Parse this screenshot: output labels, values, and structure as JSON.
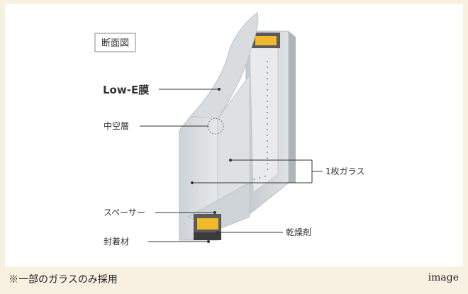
{
  "diagram": {
    "title": "断面図",
    "labels": {
      "low_e": "Low-E膜",
      "hollow_layer": "中空層",
      "single_glass": "1枚ガラス",
      "spacer": "スペーサー",
      "desiccant": "乾燥剤",
      "sealant": "封着材"
    },
    "colors": {
      "glass": "#d6dadd",
      "glass_edge": "#b9c0c5",
      "hollow": "#e3e7e9",
      "desiccant": "#f0b92c",
      "sealant": "#4a4a4a",
      "leader": "#333333"
    }
  },
  "footer": {
    "note": "※一部のガラスのみ採用",
    "tag": "image"
  }
}
